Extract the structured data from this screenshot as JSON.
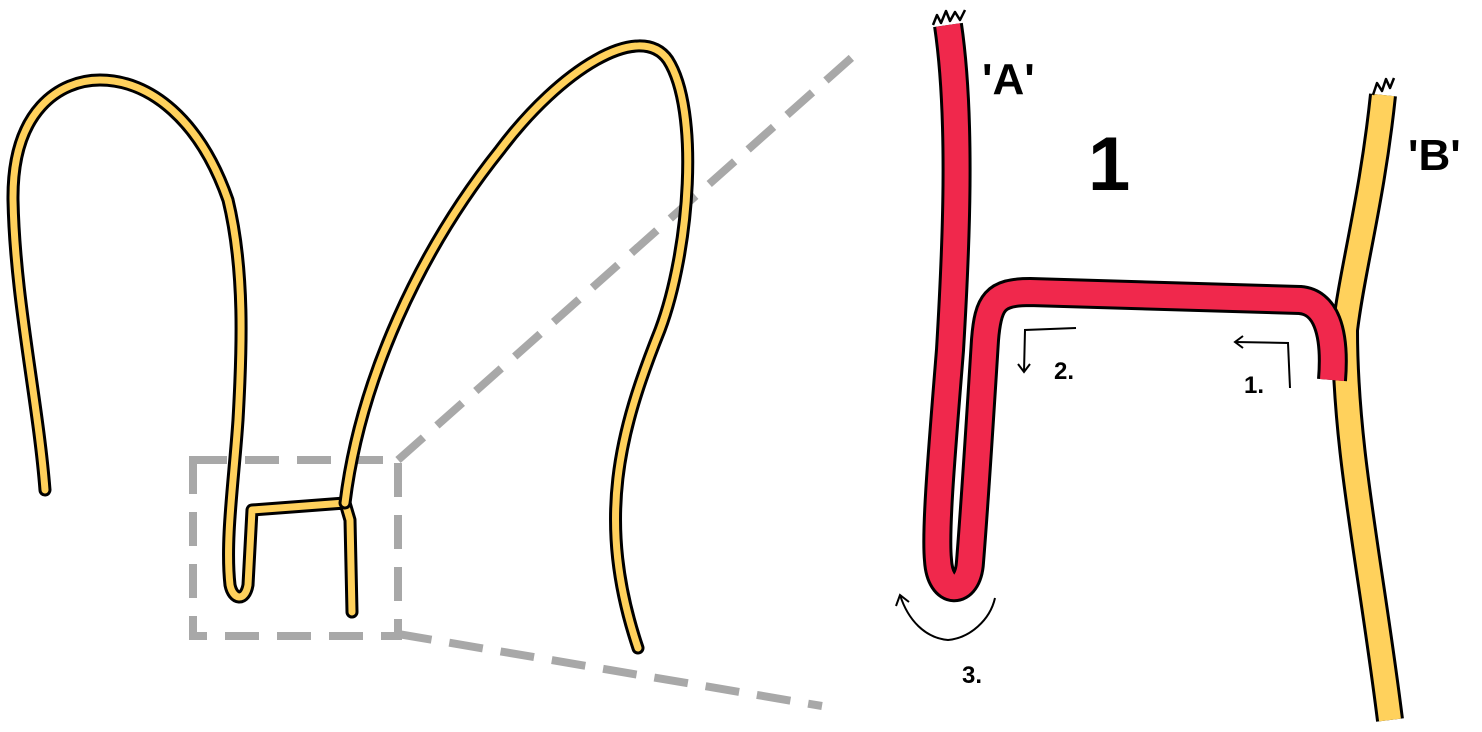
{
  "diagram": {
    "step_number": "1",
    "end_labels": {
      "a": "'A'",
      "b": "'B'"
    },
    "steps": [
      "1.",
      "2.",
      "3."
    ],
    "colors": {
      "strand_a": "#f0284c",
      "strand_b": "#ffd15c",
      "outline": "#000000",
      "zoom_box": "#a8a8a8"
    }
  }
}
